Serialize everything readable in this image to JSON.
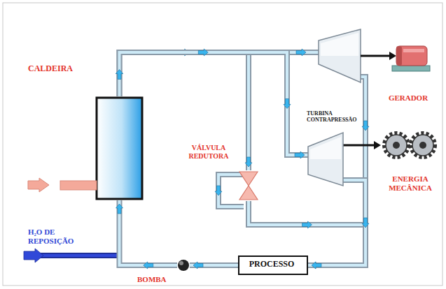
{
  "diagram": {
    "nodes": [
      {
        "text": [
          "CALDEIRA"
        ]
      },
      {
        "text": [
          "VÁLVULA REDUTORA"
        ]
      },
      {
        "text": [
          "TURBINA CONTRAPRESSÃO"
        ]
      },
      {
        "text": [
          "GERADOR"
        ]
      },
      {
        "text": [
          "ENERGIA MECÂNICA"
        ]
      },
      {
        "text": [
          "PROCESSO"
        ]
      },
      {
        "text": [
          "BOMBA"
        ]
      }
    ],
    "edges": [
      {
        "from": 0,
        "to": 1,
        "arrow": "to"
      },
      {
        "from": 0,
        "to": 2,
        "arrow": "to"
      },
      {
        "from": 2,
        "to": 4,
        "arrow": "to"
      },
      {
        "from": 1,
        "to": 5,
        "arrow": "to"
      },
      {
        "from": 2,
        "to": 5,
        "arrow": "to"
      },
      {
        "from": 5,
        "to": 6,
        "arrow": "to"
      },
      {
        "from": 6,
        "to": 0,
        "arrow": "to"
      }
    ],
    "labels": [
      "H₂O DE REPOSIÇÃO"
    ]
  }
}
